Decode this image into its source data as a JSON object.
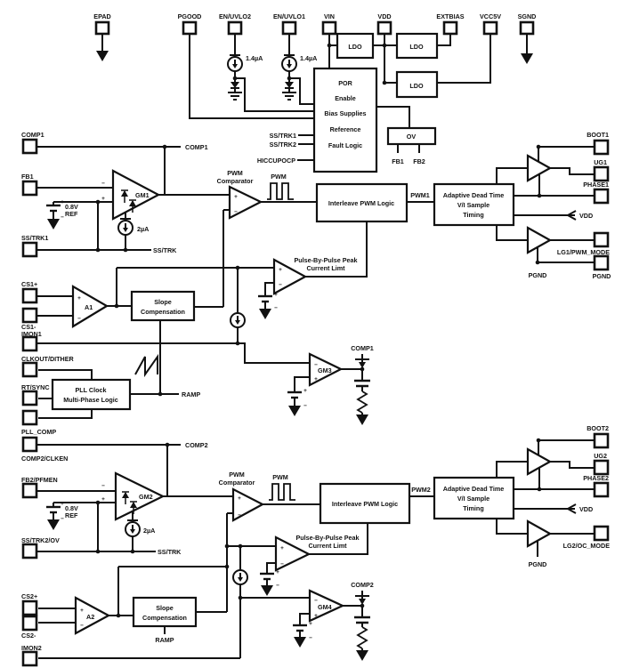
{
  "pins": {
    "top": [
      "EPAD",
      "PGOOD",
      "EN/UVLO2",
      "EN/UVLO1",
      "VIN",
      "VDD",
      "EXTBIAS",
      "VCC5V",
      "SGND"
    ],
    "left": [
      "COMP1",
      "FB1",
      "SS/TRK1",
      "CS1+",
      "CS1-",
      "IMON1",
      "CLKOUT/DITHER",
      "RT/SYNC",
      "PLL_COMP",
      "COMP2/CLKEN",
      "FB2/PFMEN",
      "SS/TRK2/OV",
      "CS2+",
      "CS2-",
      "IMON2"
    ],
    "right": [
      "BOOT1",
      "UG1",
      "PHASE1",
      "LG1/PWM_MODE",
      "PGND",
      "BOOT2",
      "UG2",
      "PHASE2",
      "LG2/OC_MODE"
    ]
  },
  "blocks": {
    "ldo": "LDO",
    "por": [
      "POR",
      "Enable",
      "Bias Supplies",
      "Reference",
      "Fault Logic"
    ],
    "ov": "OV",
    "interleave": "Interleave PWM Logic",
    "adaptive": [
      "Adaptive Dead Time",
      "V/I Sample",
      "Timing"
    ],
    "slope": [
      "Slope",
      "Compensation"
    ],
    "pll": [
      "PLL Clock",
      "Multi-Phase Logic"
    ]
  },
  "amps": {
    "gm1": "GM1",
    "gm2": "GM2",
    "gm3": "GM3",
    "gm4": "GM4",
    "a1": "A1",
    "a2": "A2"
  },
  "labels": {
    "pwm_comparator": [
      "PWM",
      "Comparator"
    ],
    "pwm": "PWM",
    "pwm1": "PWM1",
    "pwm2": "PWM2",
    "current_limit": [
      "Pulse-By-Pulse Peak",
      "Current Limt"
    ],
    "comp1": "COMP1",
    "comp2": "COMP2",
    "ss_trk": "SS/TRK",
    "ss_trk1": "SS/TRK1",
    "ss_trk2": "SS/TRK2",
    "hiccupocp": "HICCUPOCP",
    "fb1": "FB1",
    "fb2": "FB2",
    "ramp": "RAMP",
    "vdd": "VDD",
    "pgnd": "PGND",
    "vref": [
      "0.8V",
      "REF"
    ],
    "i_bias": "1.4µA",
    "i_ss": "2µA",
    "plus": "+",
    "minus": "−"
  },
  "colors": {
    "ink": "#111111",
    "background": "#ffffff"
  }
}
